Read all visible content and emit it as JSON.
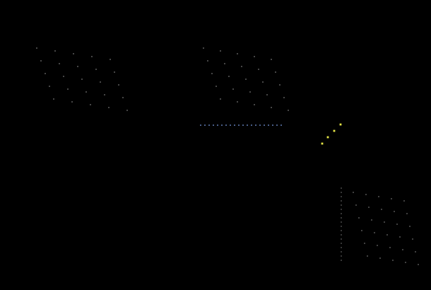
{
  "colors": {
    "background": "#000000",
    "dot_grey": "#c8c8c8",
    "dot_blue": "#6f8fd0",
    "dot_yellow": "#f2f24a"
  },
  "dot_groups": [
    {
      "name": "top-left-grid",
      "color_key": "dot_grey"
    },
    {
      "name": "top-middle-grid",
      "color_key": "dot_grey"
    },
    {
      "name": "blue-dotted-line",
      "color_key": "dot_blue"
    },
    {
      "name": "yellow-diagonal",
      "color_key": "dot_yellow"
    },
    {
      "name": "bottom-right-grid",
      "color_key": "dot_grey"
    }
  ]
}
